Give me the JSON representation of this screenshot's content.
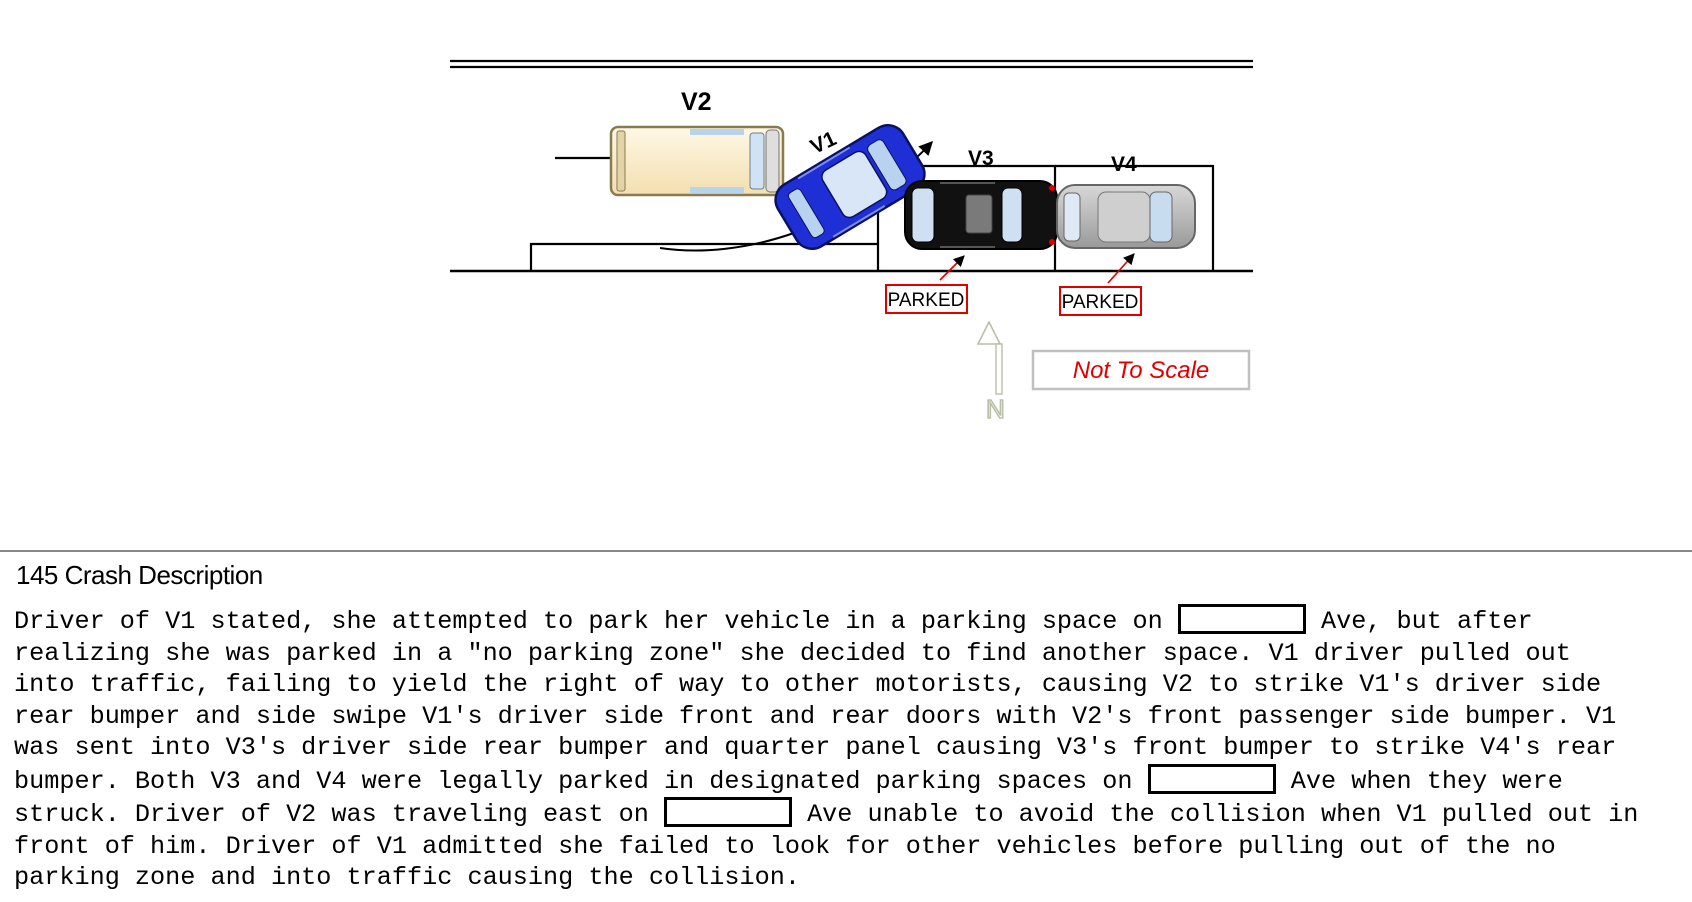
{
  "diagram": {
    "vehicles": {
      "v1": {
        "label": "V1",
        "color": "#1f2fd6"
      },
      "v2": {
        "label": "V2",
        "color": "#fcefcf"
      },
      "v3": {
        "label": "V3",
        "color": "#111111"
      },
      "v4": {
        "label": "V4",
        "color": "#b8b8b8"
      }
    },
    "parked_labels": [
      "PARKED",
      "PARKED"
    ],
    "parked_color": "#e00000",
    "north_label": "N",
    "scale_note": "Not To Scale"
  },
  "description": {
    "title": "145 Crash Description",
    "lines": [
      [
        "Driver of V1 stated, she attempted to park her vehicle in a parking space on ",
        "[REDACTED]",
        " Ave, but after"
      ],
      [
        "realizing she was parked in a \"no parking zone\" she decided to find another space. V1 driver pulled out"
      ],
      [
        "into traffic, failing to yield the right of way to other motorists, causing V2 to strike V1's driver side"
      ],
      [
        "rear bumper and side swipe V1's driver side front and rear doors with V2's front passenger side bumper. V1"
      ],
      [
        "was sent into V3's driver side rear bumper and quarter panel causing V3's front bumper to strike V4's rear"
      ],
      [
        "bumper. Both V3 and V4 were legally parked in designated parking spaces on ",
        "[REDACTED]",
        " Ave when they were"
      ],
      [
        "struck. Driver of V2 was traveling east on ",
        "[REDACTED]",
        " Ave unable to avoid the collision when V1 pulled out in"
      ],
      [
        "front of him. Driver of V1 admitted she failed to look for other vehicles before pulling out of the no"
      ],
      [
        "parking zone and into traffic causing the collision."
      ]
    ]
  }
}
